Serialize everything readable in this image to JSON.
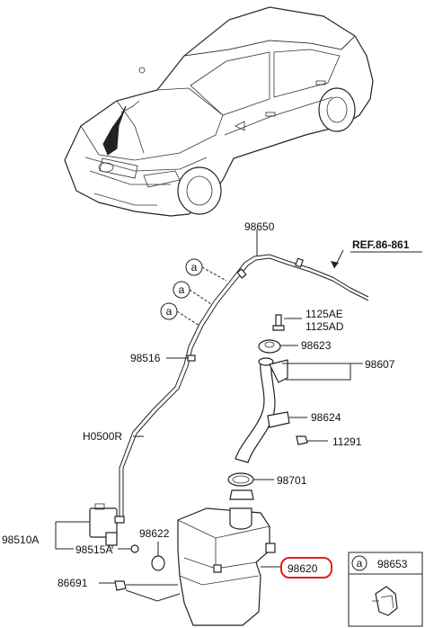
{
  "labels": {
    "hose_98650": "98650",
    "ref": "REF.86-861",
    "bolt_1125ae": "1125AE",
    "bolt_1125ad": "1125AD",
    "cap_98623": "98623",
    "filler_98607": "98607",
    "hose_98516": "98516",
    "bracket_98624": "98624",
    "bolt_11291": "11291",
    "hose_h0500r": "H0500R",
    "seal_98701": "98701",
    "pump_98510a": "98510A",
    "grommet_98622": "98622",
    "grommet_98515a": "98515A",
    "reservoir_98620": "98620",
    "screw_86691": "86691",
    "clip_98653": "98653",
    "callout_letter": "a"
  },
  "highlight": {
    "part": "98620",
    "color": "#e02020"
  }
}
